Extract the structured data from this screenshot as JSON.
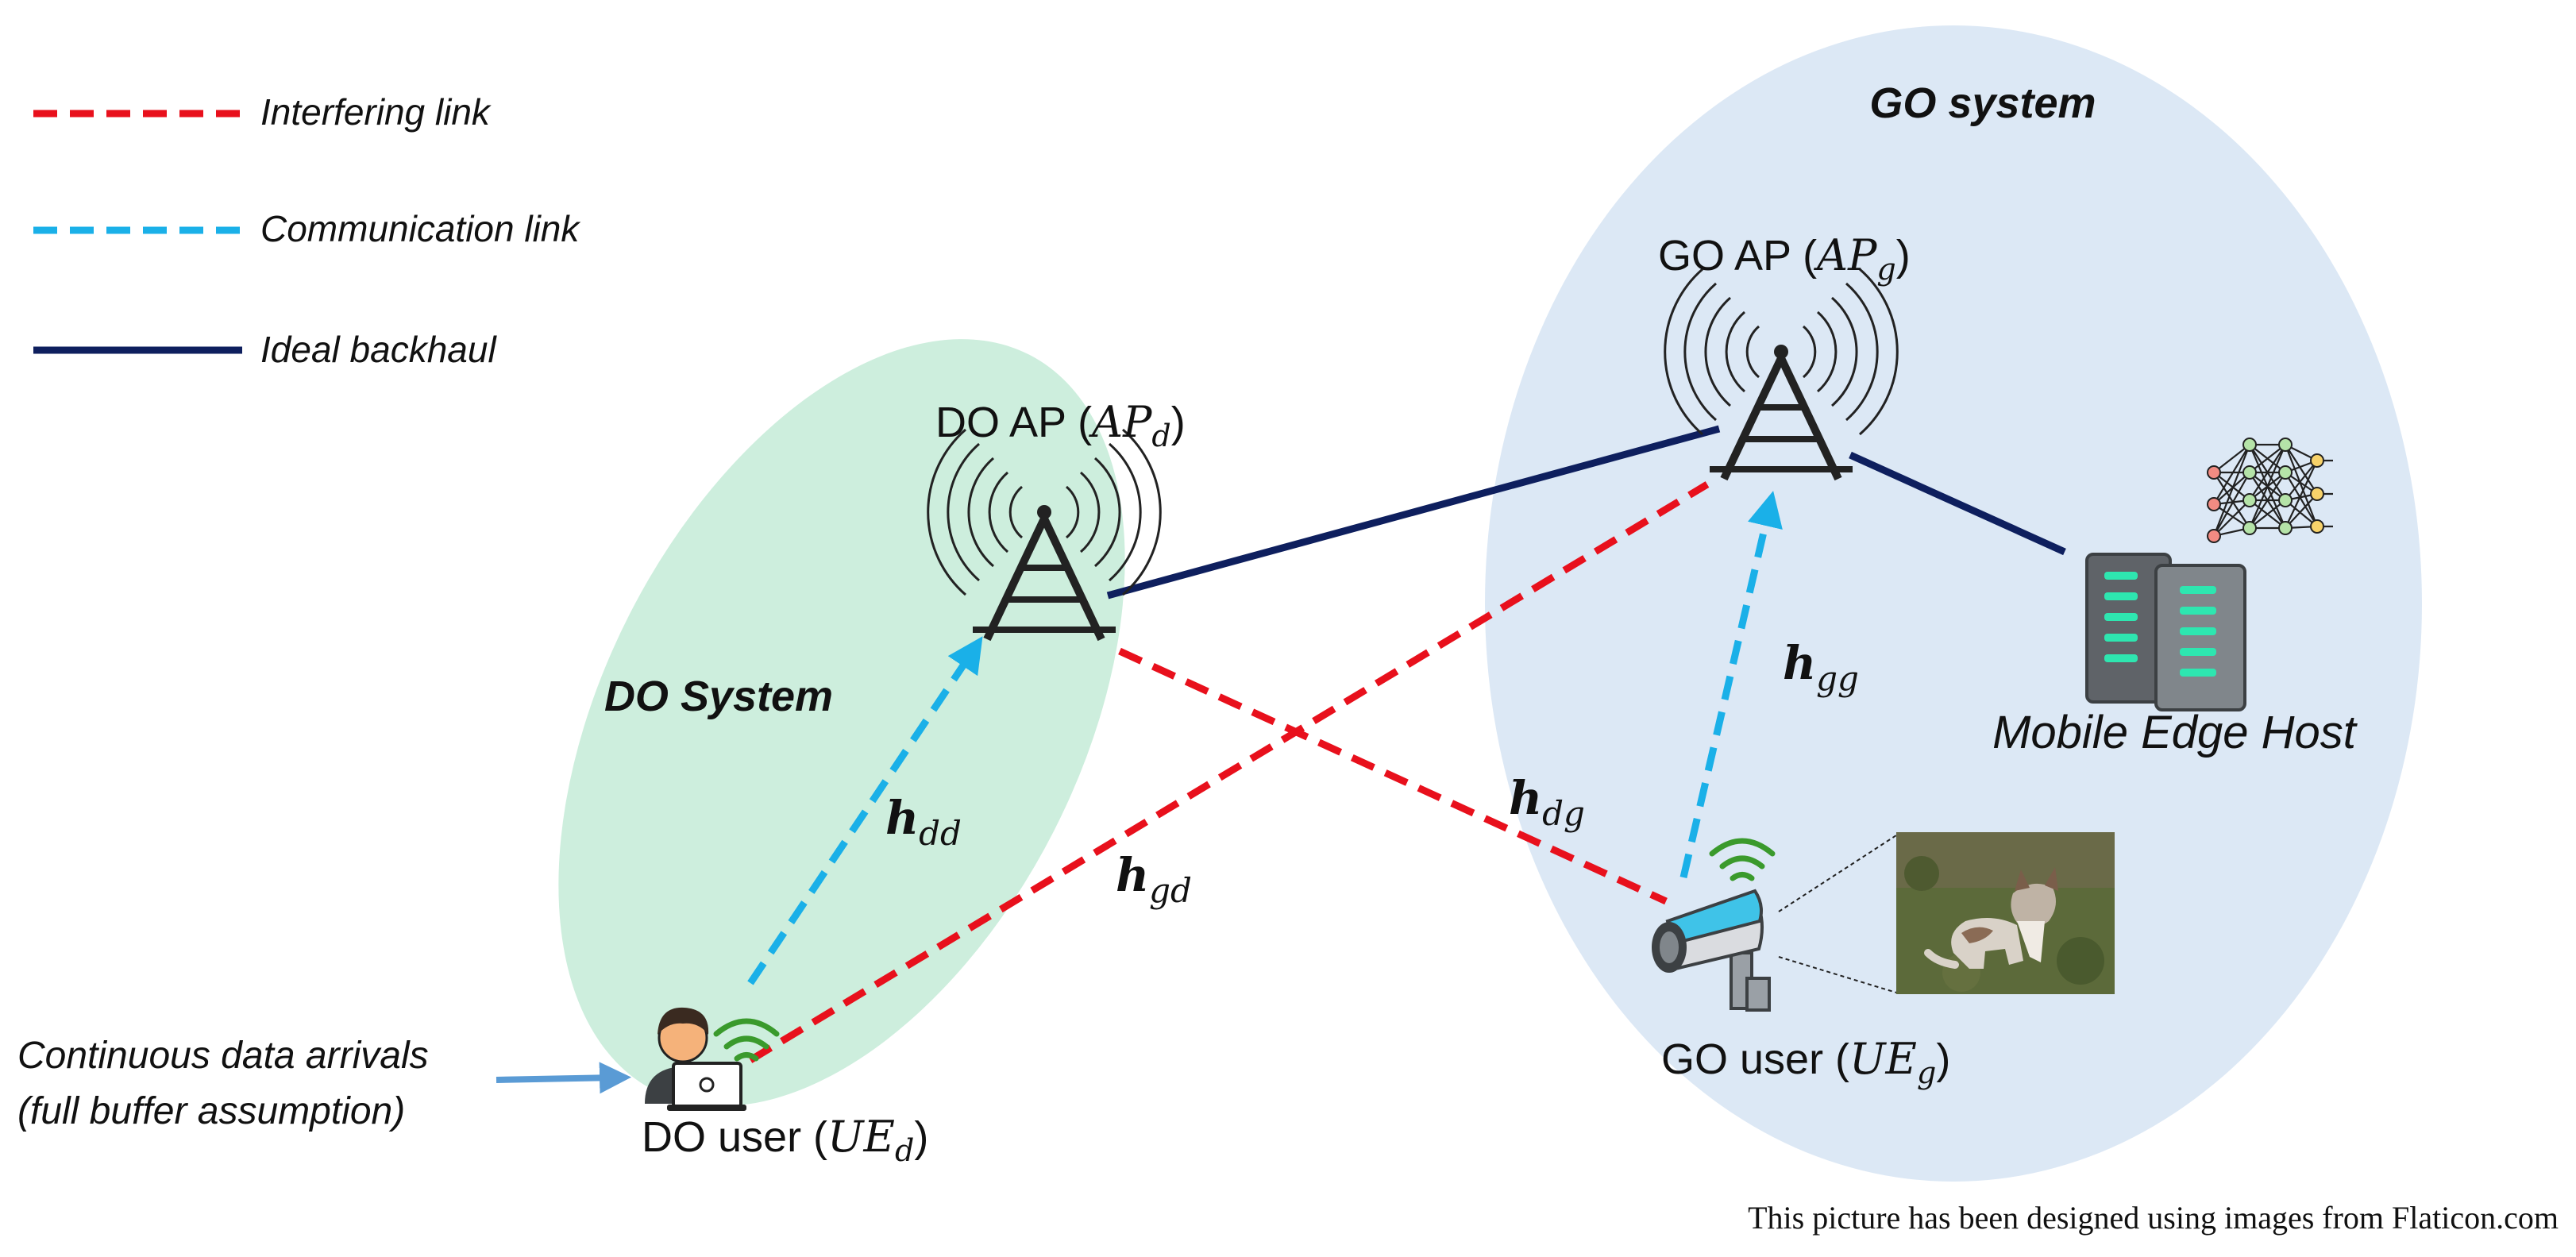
{
  "legend": {
    "interfering": "Interfering link",
    "communication": "Communication link",
    "backhaul": "Ideal backhaul"
  },
  "systems": {
    "go": "GO system",
    "do": "DO System"
  },
  "nodes": {
    "do_ap": {
      "prefix": "DO AP (",
      "sym": "AP",
      "sub": "d",
      "suffix": ")"
    },
    "go_ap": {
      "prefix": "GO AP (",
      "sym": "AP",
      "sub": "g",
      "suffix": ")"
    },
    "do_user": {
      "prefix": "DO user (",
      "sym": "UE",
      "sub": "d",
      "suffix": ")"
    },
    "go_user": {
      "prefix": "GO user (",
      "sym": "UE",
      "sub": "g",
      "suffix": ")"
    },
    "edge_host": "Mobile Edge Host"
  },
  "channels": {
    "hdd": {
      "sym": "h",
      "sub": "dd"
    },
    "hgd": {
      "sym": "h",
      "sub": "gd"
    },
    "hdg": {
      "sym": "h",
      "sub": "dg"
    },
    "hgg": {
      "sym": "h",
      "sub": "gg"
    }
  },
  "arrivals": {
    "line1": "Continuous data arrivals",
    "line2": "(full buffer assumption)"
  },
  "credit": "This picture has been designed using images from Flaticon.com",
  "colors": {
    "interfering": "#e8101c",
    "communication": "#1ab0e8",
    "backhaul": "#0e1f5e",
    "do_region": "#cdeedd",
    "go_region": "#dce8f5",
    "arrival_arrow": "#5a9bd5",
    "wifi": "#3a9a2c"
  }
}
